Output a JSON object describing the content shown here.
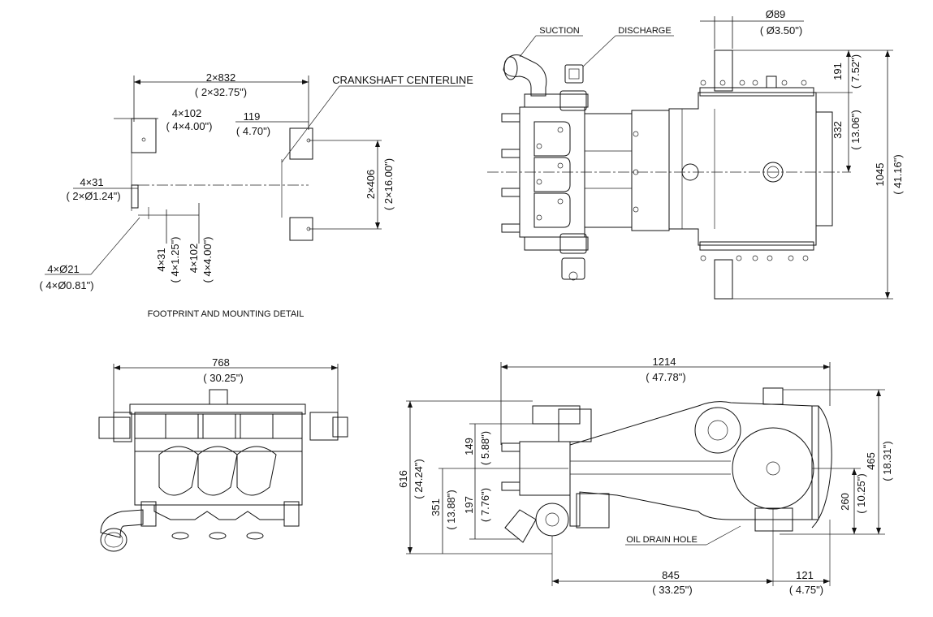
{
  "labels": {
    "suction": "SUCTION",
    "discharge": "DISCHARGE",
    "crankshaft": "CRANKSHAFT CENTERLINE",
    "footprint": "FOOTPRINT AND MOUNTING DETAIL",
    "oil_drain": "OIL DRAIN HOLE"
  },
  "footprint": {
    "width_mm": "2×832",
    "width_in": "( 2×32.75\")",
    "tab_mm": "4×102",
    "tab_in": "( 4×4.00\")",
    "offset_mm": "119",
    "offset_in": "( 4.70\")",
    "slot_w_mm": "4×31",
    "slot_w_in": "( 2×Ø1.24\")",
    "hole_mm": "4×Ø21",
    "hole_in": "( 4×Ø0.81\")",
    "v31_mm": "4×31",
    "v31_in": "( 4×1.25\")",
    "v102_mm": "4×102",
    "v102_in": "( 4×4.00\")",
    "depth_mm": "2×406",
    "depth_in": "( 2×16.00\")"
  },
  "top_view": {
    "shaft_dia_mm": "Ø89",
    "shaft_dia_in": "( Ø3.50\")",
    "shaft_len_mm": "191",
    "shaft_len_in": "( 7.52\")",
    "half_mm": "332",
    "half_in": "( 13.06\")",
    "total_mm": "1045",
    "total_in": "( 41.16\")"
  },
  "front_view": {
    "width_mm": "768",
    "width_in": "( 30.25\")"
  },
  "side_view": {
    "length_mm": "1214",
    "length_in": "( 47.78\")",
    "height_mm": "616",
    "height_in": "( 24.24\")",
    "a149_mm": "149",
    "a149_in": "( 5.88\")",
    "a351_mm": "351",
    "a351_in": "( 13.88\")",
    "a197_mm": "197",
    "a197_in": "( 7.76\")",
    "r465_mm": "465",
    "r465_in": "( 18.31\")",
    "r260_mm": "260",
    "r260_in": "( 10.25\")",
    "b845_mm": "845",
    "b845_in": "( 33.25\")",
    "b121_mm": "121",
    "b121_in": "( 4.75\")"
  }
}
